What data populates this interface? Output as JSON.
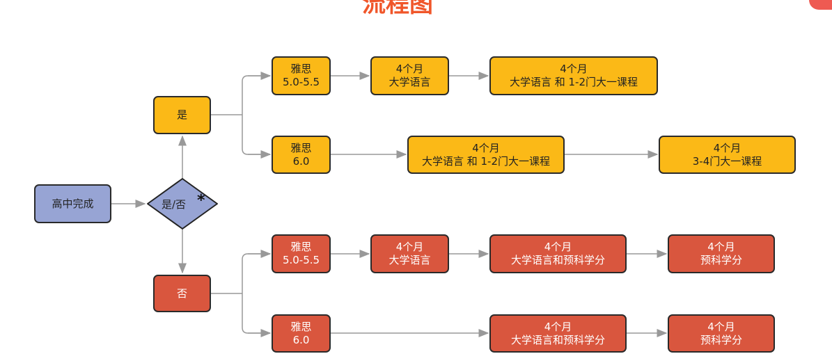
{
  "title": "流程图",
  "colors": {
    "blue": "#97a4d4",
    "yellow": "#fbb917",
    "red": "#d9563e",
    "arrow": "#999999"
  },
  "nodes": {
    "start": "高中完成",
    "decision": "是/否",
    "decision_mark": "*",
    "yes": "是",
    "no": "否",
    "yes_r1": [
      "雅思\n5.0-5.5",
      "4个月\n大学语言",
      "4个月\n大学语言  和  1-2门大一课程"
    ],
    "yes_r2": [
      "雅思\n6.0",
      "4个月\n大学语言  和  1-2门大一课程",
      "4个月\n3-4门大一课程"
    ],
    "no_r1": [
      "雅思\n5.0-5.5",
      "4个月\n大学语言",
      "4个月\n大学语言和预科学分",
      "4个月\n预科学分"
    ],
    "no_r2": [
      "雅思\n6.0",
      "4个月\n大学语言和预科学分",
      "4个月\n预科学分"
    ]
  }
}
